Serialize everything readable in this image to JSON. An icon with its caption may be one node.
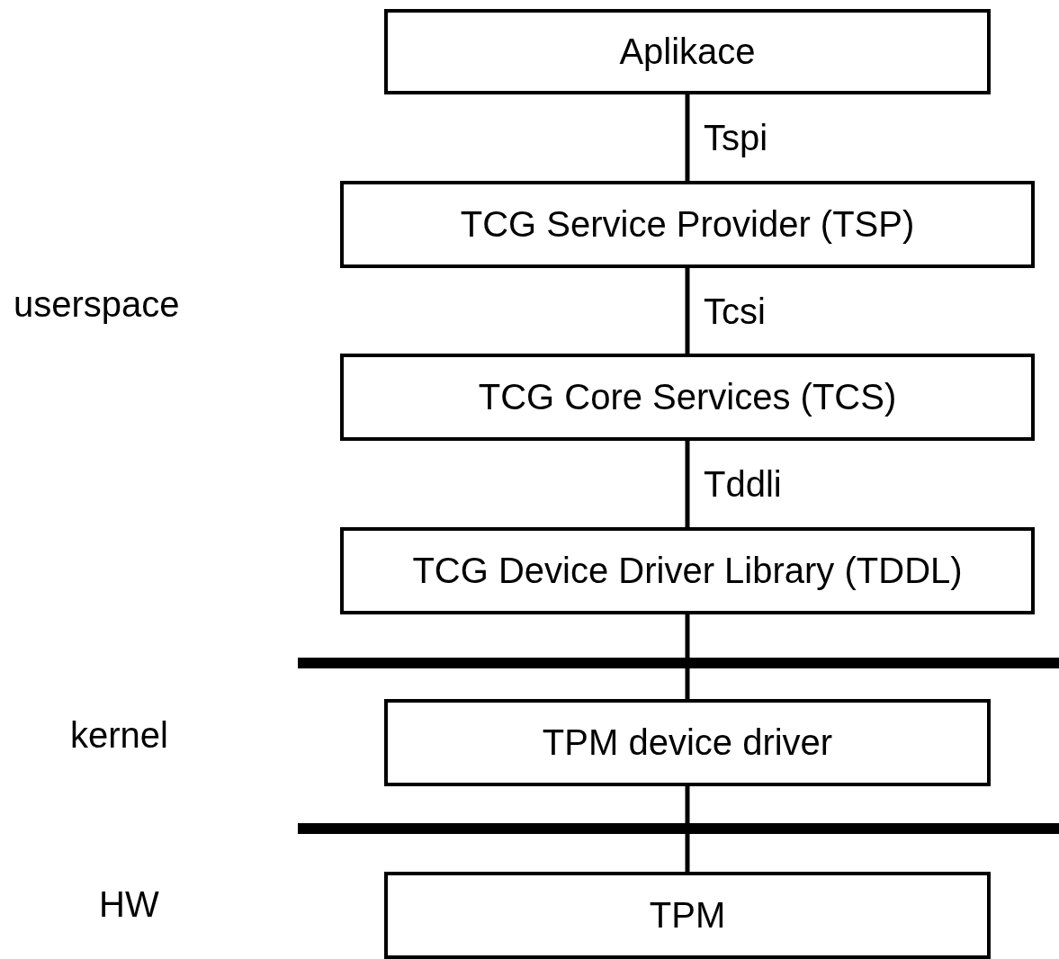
{
  "diagram": {
    "nodes": [
      {
        "text": [
          "Aplikace"
        ]
      },
      {
        "text": [
          "TCG Service Provider (TSP)"
        ]
      },
      {
        "text": [
          "TCG Core Services (TCS)"
        ]
      },
      {
        "text": [
          "TCG Device Driver Library (TDDL)"
        ]
      },
      {
        "text": [
          "TPM device driver"
        ]
      },
      {
        "text": [
          "TPM"
        ]
      }
    ],
    "edges": [
      {
        "from": 0,
        "to": 1,
        "arrow": "none",
        "label": "Tspi"
      },
      {
        "from": 1,
        "to": 2,
        "arrow": "none",
        "label": "Tcsi"
      },
      {
        "from": 2,
        "to": 3,
        "arrow": "none",
        "label": "Tddli"
      },
      {
        "from": 3,
        "to": 4,
        "arrow": "none"
      },
      {
        "from": 4,
        "to": 5,
        "arrow": "none"
      }
    ],
    "labels": [
      "userspace",
      "kernel",
      "HW"
    ]
  }
}
